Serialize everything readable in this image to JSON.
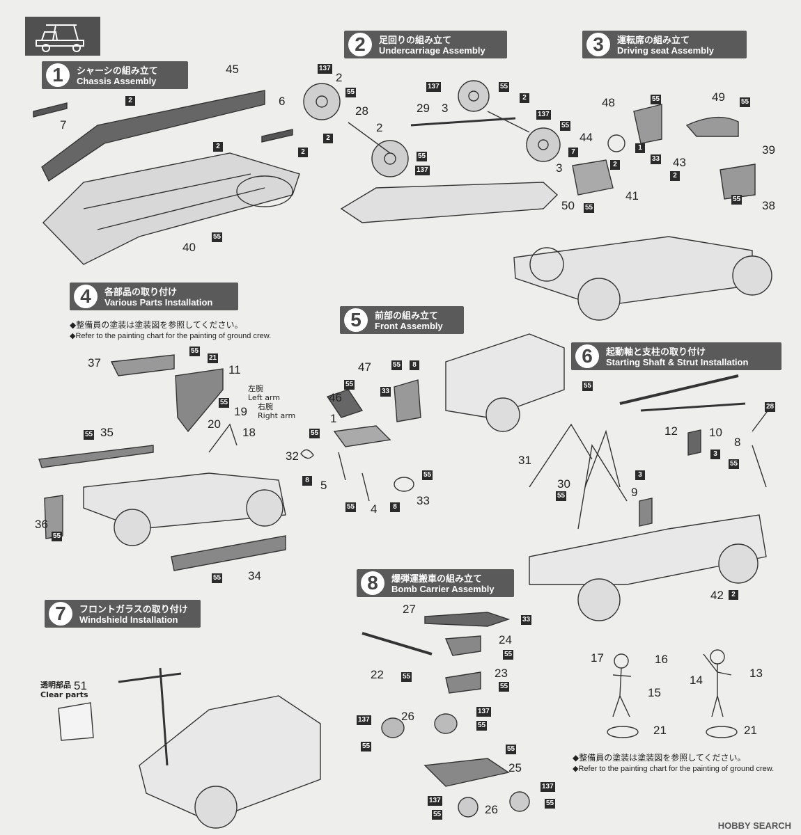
{
  "steps": [
    {
      "num": "1",
      "jp": "シャーシの組み立て",
      "en": "Chassis Assembly"
    },
    {
      "num": "2",
      "jp": "足回りの組み立て",
      "en": "Undercarriage Assembly"
    },
    {
      "num": "3",
      "jp": "運転席の組み立て",
      "en": "Driving seat Assembly"
    },
    {
      "num": "4",
      "jp": "各部品の取り付け",
      "en": "Various Parts Installation"
    },
    {
      "num": "5",
      "jp": "前部の組み立て",
      "en": "Front Assembly"
    },
    {
      "num": "6",
      "jp": "起動軸と支柱の取り付け",
      "en": "Starting Shaft & Strut Installation"
    },
    {
      "num": "7",
      "jp": "フロントガラスの取り付け",
      "en": "Windshield Installation"
    },
    {
      "num": "8",
      "jp": "爆弾運搬車の組み立て",
      "en": "Bomb Carrier Assembly"
    }
  ],
  "notes": {
    "crew_jp": "◆整備員の塗装は塗装図を参照してください。",
    "crew_en": "◆Refer to the painting chart for the painting of ground crew."
  },
  "labels": {
    "left_arm_jp": "左腕",
    "left_arm_en": "Left arm",
    "right_arm_jp": "右腕",
    "right_arm_en": "Right arm",
    "clear_jp": "透明部品",
    "clear_en": "Clear parts"
  },
  "watermark": "HOBBY SEARCH"
}
